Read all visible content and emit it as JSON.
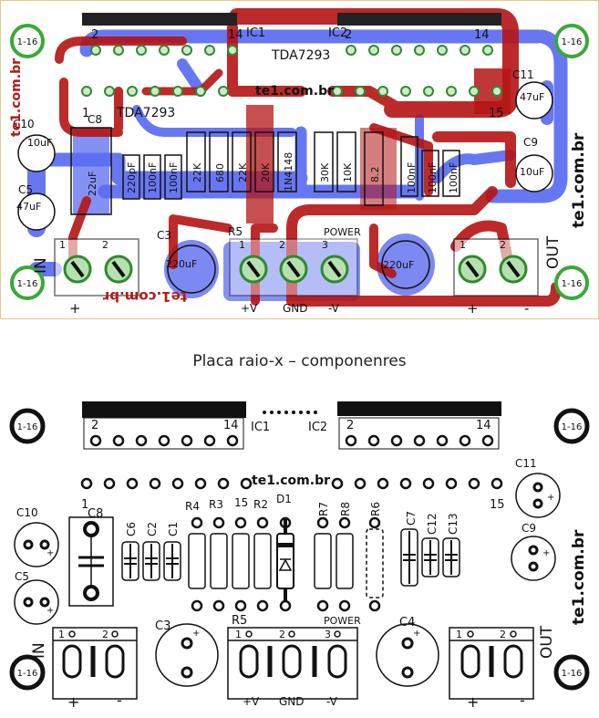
{
  "caption": "Placa raio-x – componenres",
  "site": "te1.com.br",
  "hole_label": "1-16",
  "ic": {
    "ic1": "IC1",
    "ic2": "IC2",
    "chip": "TDA7293",
    "pin_first": "2",
    "pin_last": "14",
    "pin_left": "1",
    "pin_right": "15"
  },
  "components": {
    "c8": "C8",
    "c6": "C6",
    "c2": "C2",
    "c1": "C1",
    "r4": "R4",
    "r3": "R3",
    "r15": "15",
    "r2": "R2",
    "d1": "D1",
    "r7": "R7",
    "r8": "R8",
    "r6": "R6",
    "c7": "C7",
    "c12": "C12",
    "c13": "C13",
    "c10": "C10",
    "c5": "C5",
    "c3": "C3",
    "r5": "R5",
    "c4": "C4",
    "c11": "C11",
    "c9": "C9"
  },
  "values": {
    "c10": "10uF",
    "c5": "47uF",
    "c8": "22uF",
    "c6": "220pF",
    "c2": "100nF",
    "c1": "100nF",
    "r4": "22K",
    "r3": "680",
    "r15": "22K",
    "r2": "20K",
    "d1": "1N4148",
    "r7": "30K",
    "r8": "10K",
    "r6": "8.2",
    "c7": "100nF",
    "c12": "100nF",
    "c13": "100nF",
    "c3": "220uF",
    "c4": "220uF",
    "c11": "47uF",
    "c9": "10uF"
  },
  "terminals": {
    "in": "IN",
    "out": "OUT",
    "power": "POWER",
    "plus": "+",
    "minus": "-",
    "v_plus": "+V",
    "gnd": "GND",
    "v_minus": "-V",
    "p1": "1",
    "p2": "2",
    "p3": "3"
  },
  "colors": {
    "top_copper": "#b51414",
    "bottom_copper": "#5b6cf0",
    "silkscreen": "#111111",
    "pad_green": "#3aa83a"
  }
}
